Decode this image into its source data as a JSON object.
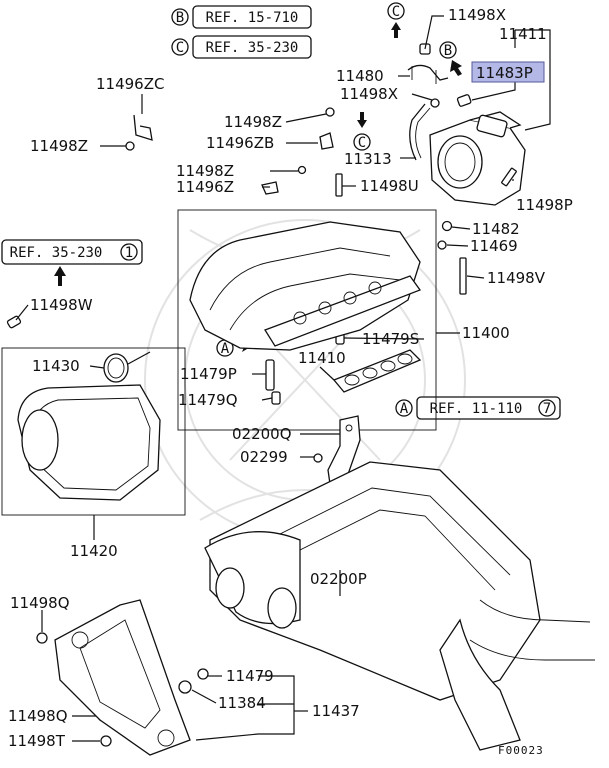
{
  "labels": {
    "p11498X": "11498X",
    "p11411": "11411",
    "p11480": "11480",
    "p11483P": "11483P",
    "p11498X_2": "11498X",
    "p11496ZC": "11496ZC",
    "p11498Z_1": "11498Z",
    "p11498Z_2": "11498Z",
    "p11496ZB": "11496ZB",
    "p11313": "11313",
    "p11498Z_3": "11498Z",
    "p11496Z": "11496Z",
    "p11498U": "11498U",
    "p11498P": "11498P",
    "p11482": "11482",
    "p11469": "11469",
    "p11498V": "11498V",
    "p11498W": "11498W",
    "p11400": "11400",
    "p11479S": "11479S",
    "p11430": "11430",
    "p11410": "11410",
    "p11479P": "11479P",
    "p11479Q": "11479Q",
    "p02200Q": "02200Q",
    "p02299": "02299",
    "p11420": "11420",
    "p02200P": "02200P",
    "p11498Q_1": "11498Q",
    "p11479": "11479",
    "p11384": "11384",
    "p11437": "11437",
    "p11498Q_2": "11498Q",
    "p11498T": "11498T"
  },
  "refs": {
    "ref_b_top": {
      "letter": "B",
      "text": "REF. 15-710"
    },
    "ref_c_top": {
      "letter": "C",
      "text": "REF. 35-230"
    },
    "ref_left": {
      "text": "REF. 35-230",
      "num": "1"
    },
    "ref_right": {
      "letter": "A",
      "text": "REF. 11-110",
      "num": "7"
    }
  },
  "markers": {
    "c_top": "C",
    "b_mid": "B",
    "c_mid": "C",
    "a_left": "A"
  },
  "figure_number": "F00023",
  "colors": {
    "ink": "#111111",
    "highlight": "#b4b8e6",
    "watermark": "#e2e2e2"
  }
}
